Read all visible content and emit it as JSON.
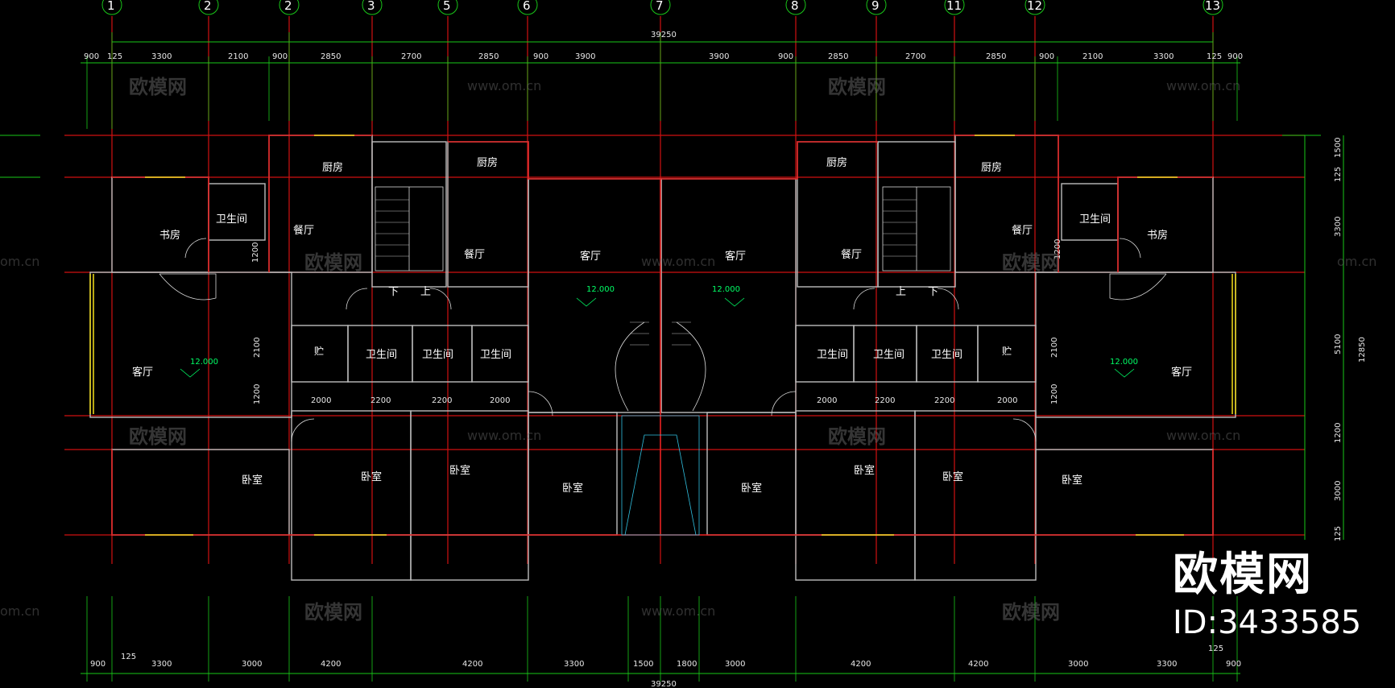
{
  "drawing": {
    "axes": [
      "1",
      "2",
      "2",
      "3",
      "5",
      "6",
      "7",
      "8",
      "9",
      "11",
      "12",
      "13"
    ],
    "total_top": "39250",
    "total_bottom": "39250",
    "top_dims": [
      "900",
      "125",
      "3300",
      "2100",
      "900",
      "2850",
      "2700",
      "2850",
      "900",
      "3900",
      "3900",
      "900",
      "2850",
      "2700",
      "2850",
      "900",
      "2100",
      "3300",
      "125",
      "900"
    ],
    "bottom_dims": [
      "900",
      "125",
      "3300",
      "3000",
      "4200",
      "4200",
      "3300",
      "1500",
      "1800",
      "3000",
      "4200",
      "4200",
      "3000",
      "3300",
      "125",
      "900"
    ],
    "right_dims": [
      "1500",
      "125",
      "3300",
      "5100",
      "12850",
      "1200",
      "3000",
      "125"
    ],
    "left_dims": [
      "1200",
      "2100",
      "1200"
    ],
    "inner_dims_left": [
      "2000",
      "2200",
      "2200",
      "2000"
    ],
    "inner_dims_right": [
      "2000",
      "2200",
      "2200",
      "2000"
    ],
    "right_inner_vert": [
      "1200",
      "2100",
      "1200"
    ],
    "level": "12.000",
    "rooms": {
      "kitchen": "厨房",
      "bath": "卫生间",
      "study": "书房",
      "dining": "餐厅",
      "living": "客厅",
      "bedroom": "卧室",
      "storage": "贮",
      "down": "下",
      "up": "上"
    }
  },
  "watermark": {
    "logo": "欧模网",
    "url": "www.om.cn",
    "url_short": "om.cn"
  },
  "brand": {
    "name": "欧模网",
    "id": "ID:3433585"
  }
}
